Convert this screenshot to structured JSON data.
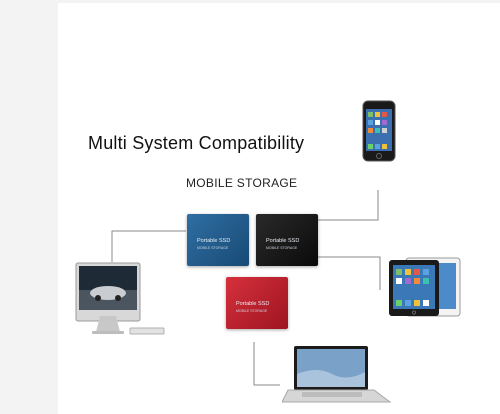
{
  "heading": "Multi System Compatibility",
  "subheading": "MOBILE STORAGE",
  "drives": [
    {
      "label": "Portable SSD",
      "sublabel": "MOBILE STORAGE",
      "color": "#1f5a8c"
    },
    {
      "label": "Portable SSD",
      "sublabel": "MOBILE STORAGE",
      "color": "#141414"
    },
    {
      "label": "Portable SSD",
      "sublabel": "MOBILE STORAGE",
      "color": "#c2212d"
    }
  ],
  "devices": [
    "phone",
    "desktop-computer",
    "tablet",
    "laptop"
  ],
  "colors": {
    "background": "#f3f3f3",
    "card": "#ffffff",
    "connector": "#8a8a8a"
  }
}
